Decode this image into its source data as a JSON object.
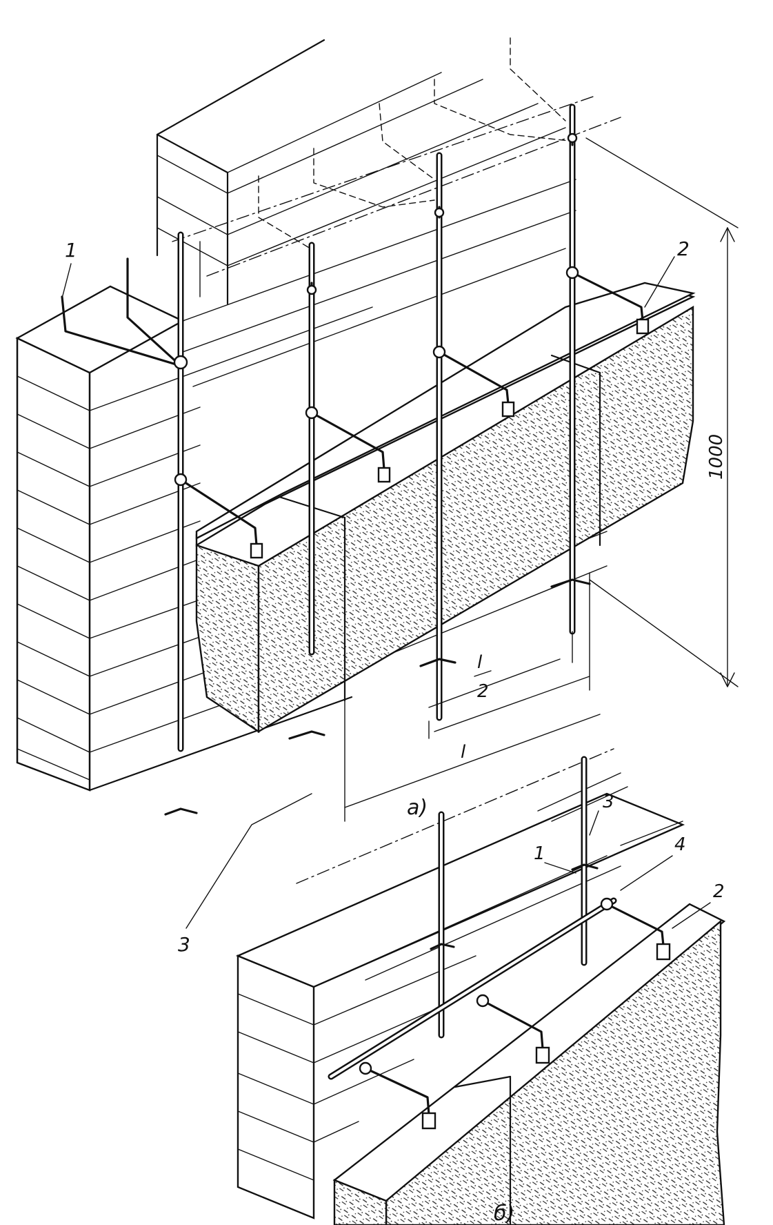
{
  "labels": {
    "callout_1_top": "1",
    "callout_2_top": "2",
    "callout_3_bottom": "3",
    "dimension_1000": "1000",
    "dimension_l_half_num": "l",
    "dimension_l_half_den": "2",
    "dimension_l": "l",
    "caption_a": "а)",
    "callout_3_b": "3",
    "callout_1_b": "1",
    "callout_4_b": "4",
    "callout_2_b": "2",
    "caption_b": "б)"
  }
}
